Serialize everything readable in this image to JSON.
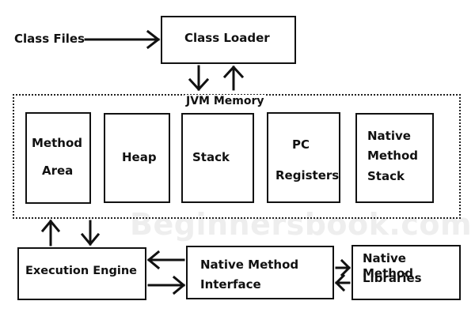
{
  "diagram": {
    "class_files": "Class Files",
    "class_loader": "Class Loader",
    "jvm_memory": "JVM Memory",
    "method_area": [
      "Method",
      "Area"
    ],
    "heap": "Heap",
    "stack": "Stack",
    "pc_registers": [
      "PC",
      "Registers"
    ],
    "native_method_stack": [
      "Native",
      "Method",
      "Stack"
    ],
    "execution_engine": "Execution Engine",
    "native_method_interface": [
      "Native Method",
      "Interface"
    ],
    "native_method_libraries": [
      "Native Method",
      "Libraries"
    ],
    "watermark": "Beginnersbook.com"
  }
}
